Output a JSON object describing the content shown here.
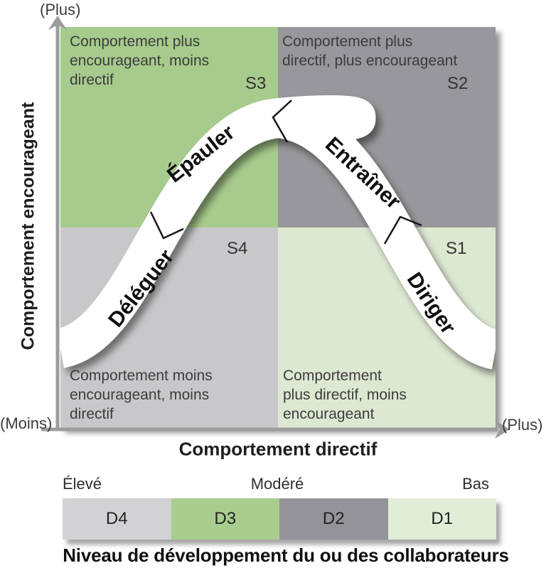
{
  "axes": {
    "y_label": "Comportement encourageant",
    "x_label": "Comportement directif",
    "y_top_marker": "(Plus)",
    "x_left_marker": "(Moins)",
    "x_right_marker": "(Plus)"
  },
  "quadrants": [
    {
      "code": "S3",
      "position": "top-left",
      "color": "#a7cb8d",
      "description": "Comportement plus\nencourageant, moins\ndirectif"
    },
    {
      "code": "S2",
      "position": "top-right",
      "color": "#98989c",
      "description": "Comportement plus\ndirectif, plus encourageant"
    },
    {
      "code": "S4",
      "position": "bottom-left",
      "color": "#c8c8ca",
      "description": "Comportement moins\nencourageant, moins\ndirectif"
    },
    {
      "code": "S1",
      "position": "bottom-right",
      "color": "#dde8d2",
      "description": "Comportement\nplus directif, moins\nencourageant"
    }
  ],
  "curve": {
    "band_color": "#ffffff",
    "labels": {
      "s4": "Déléguer",
      "s3": "Épauler",
      "s2": "Entraîner",
      "s1": "Diriger"
    }
  },
  "development_scale": {
    "levels": {
      "high": "Élevé",
      "moderate": "Modéré",
      "low": "Bas"
    },
    "segments": [
      {
        "code": "D4",
        "color": "#d2d2d4"
      },
      {
        "code": "D3",
        "color": "#a9cd8e"
      },
      {
        "code": "D2",
        "color": "#939398"
      },
      {
        "code": "D1",
        "color": "#e1edd7"
      }
    ],
    "title": "Niveau de développement du ou des collaborateurs"
  }
}
